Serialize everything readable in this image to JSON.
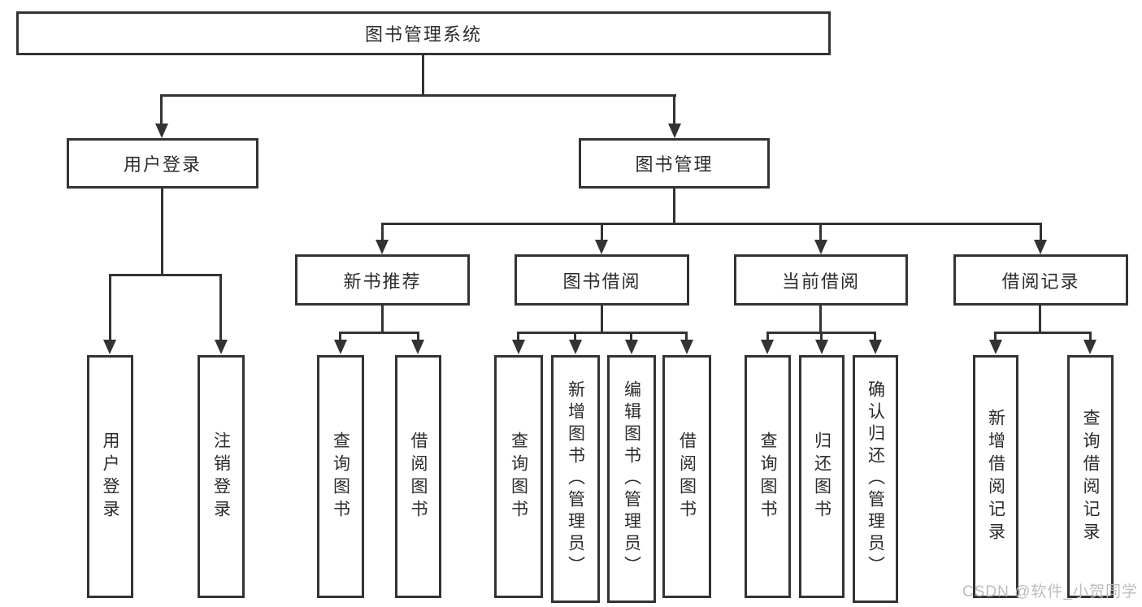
{
  "diagram": {
    "root": {
      "label": "图书管理系统"
    },
    "level2": [
      {
        "label": "用户登录"
      },
      {
        "label": "图书管理"
      }
    ],
    "level3": [
      {
        "label": "新书推荐"
      },
      {
        "label": "图书借阅"
      },
      {
        "label": "当前借阅"
      },
      {
        "label": "借阅记录"
      }
    ],
    "leaves": [
      {
        "label": "用户登录"
      },
      {
        "label": "注销登录"
      },
      {
        "label": "查询图书"
      },
      {
        "label": "借阅图书"
      },
      {
        "label": "查询图书"
      },
      {
        "label": "新增图书（管理员）"
      },
      {
        "label": "编辑图书（管理员）"
      },
      {
        "label": "借阅图书"
      },
      {
        "label": "查询图书"
      },
      {
        "label": "归还图书"
      },
      {
        "label": "确认归还（管理员）"
      },
      {
        "label": "新增借阅记录"
      },
      {
        "label": "查询借阅记录"
      }
    ]
  },
  "watermark": {
    "text": "CSDN @软件_小贺同学"
  },
  "colors": {
    "line": "#333333",
    "box_border": "#333333",
    "text": "#2b2b2b",
    "watermark": "#bcbcbc",
    "background": "#ffffff"
  }
}
